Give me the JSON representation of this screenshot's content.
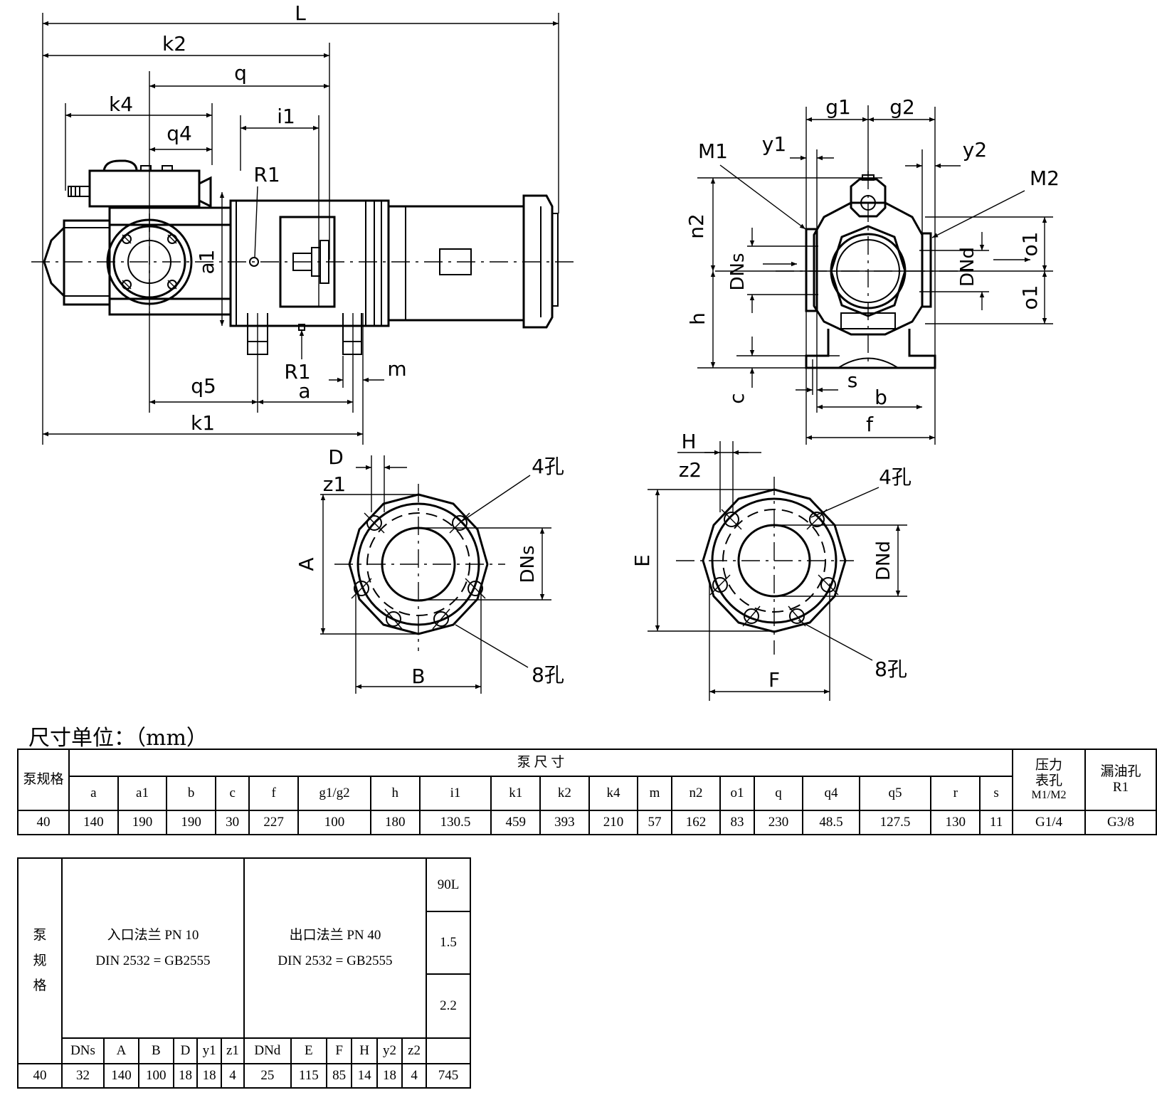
{
  "drawing": {
    "side_view": {
      "dims": [
        "L",
        "k2",
        "q",
        "k4",
        "i1",
        "q4",
        "R1",
        "a1",
        "R1",
        "q5",
        "a",
        "m",
        "k1"
      ]
    },
    "end_view": {
      "dims": [
        "g1",
        "g2",
        "M1",
        "y1",
        "y2",
        "M2",
        "n2",
        "DNs",
        "DNd",
        "o1",
        "o1",
        "h",
        "s",
        "b",
        "c",
        "f"
      ]
    },
    "inlet_flange": {
      "labels": [
        "D",
        "z1",
        "4孔",
        "A",
        "DNs",
        "8孔",
        "B"
      ]
    },
    "outlet_flange": {
      "labels": [
        "H",
        "z2",
        "4孔",
        "E",
        "DNd",
        "8孔",
        "F"
      ]
    }
  },
  "unit_caption": "尺寸单位：（mm）",
  "table1": {
    "pump_spec_header": "泵规格",
    "pump_dim_header": "泵 尺 寸",
    "pressure_gauge_header": [
      "压力",
      "表孔",
      "M1/M2"
    ],
    "oil_drain_header": [
      "漏油孔",
      "R1"
    ],
    "columns": [
      "a",
      "a1",
      "b",
      "c",
      "f",
      "g1/g2",
      "h",
      "i1",
      "k1",
      "k2",
      "k4",
      "m",
      "n2",
      "o1",
      "q",
      "q4",
      "q5",
      "r",
      "s"
    ],
    "row": {
      "spec": "40",
      "values": [
        "140",
        "190",
        "190",
        "30",
        "227",
        "100",
        "180",
        "130.5",
        "459",
        "393",
        "210",
        "57",
        "162",
        "83",
        "230",
        "48.5",
        "127.5",
        "130",
        "11"
      ],
      "pressure_gauge": "G1/4",
      "oil_drain": "G3/8"
    }
  },
  "table2": {
    "pump_spec_header": [
      "泵",
      "规",
      "格"
    ],
    "inlet_header": [
      "入口法兰 PN 10",
      "DIN 2532 = GB2555"
    ],
    "outlet_header": [
      "出口法兰 PN 40",
      "DIN 2532 = GB2555"
    ],
    "right_headers": [
      "90L",
      "1.5",
      "2.2"
    ],
    "inlet_columns": [
      "DNs",
      "A",
      "B",
      "D",
      "y1",
      "z1"
    ],
    "outlet_columns": [
      "DNd",
      "E",
      "F",
      "H",
      "y2",
      "z2"
    ],
    "row": {
      "spec": "40",
      "inlet": [
        "32",
        "140",
        "100",
        "18",
        "18",
        "4"
      ],
      "outlet": [
        "25",
        "115",
        "85",
        "14",
        "18",
        "4"
      ],
      "right": "745"
    }
  }
}
